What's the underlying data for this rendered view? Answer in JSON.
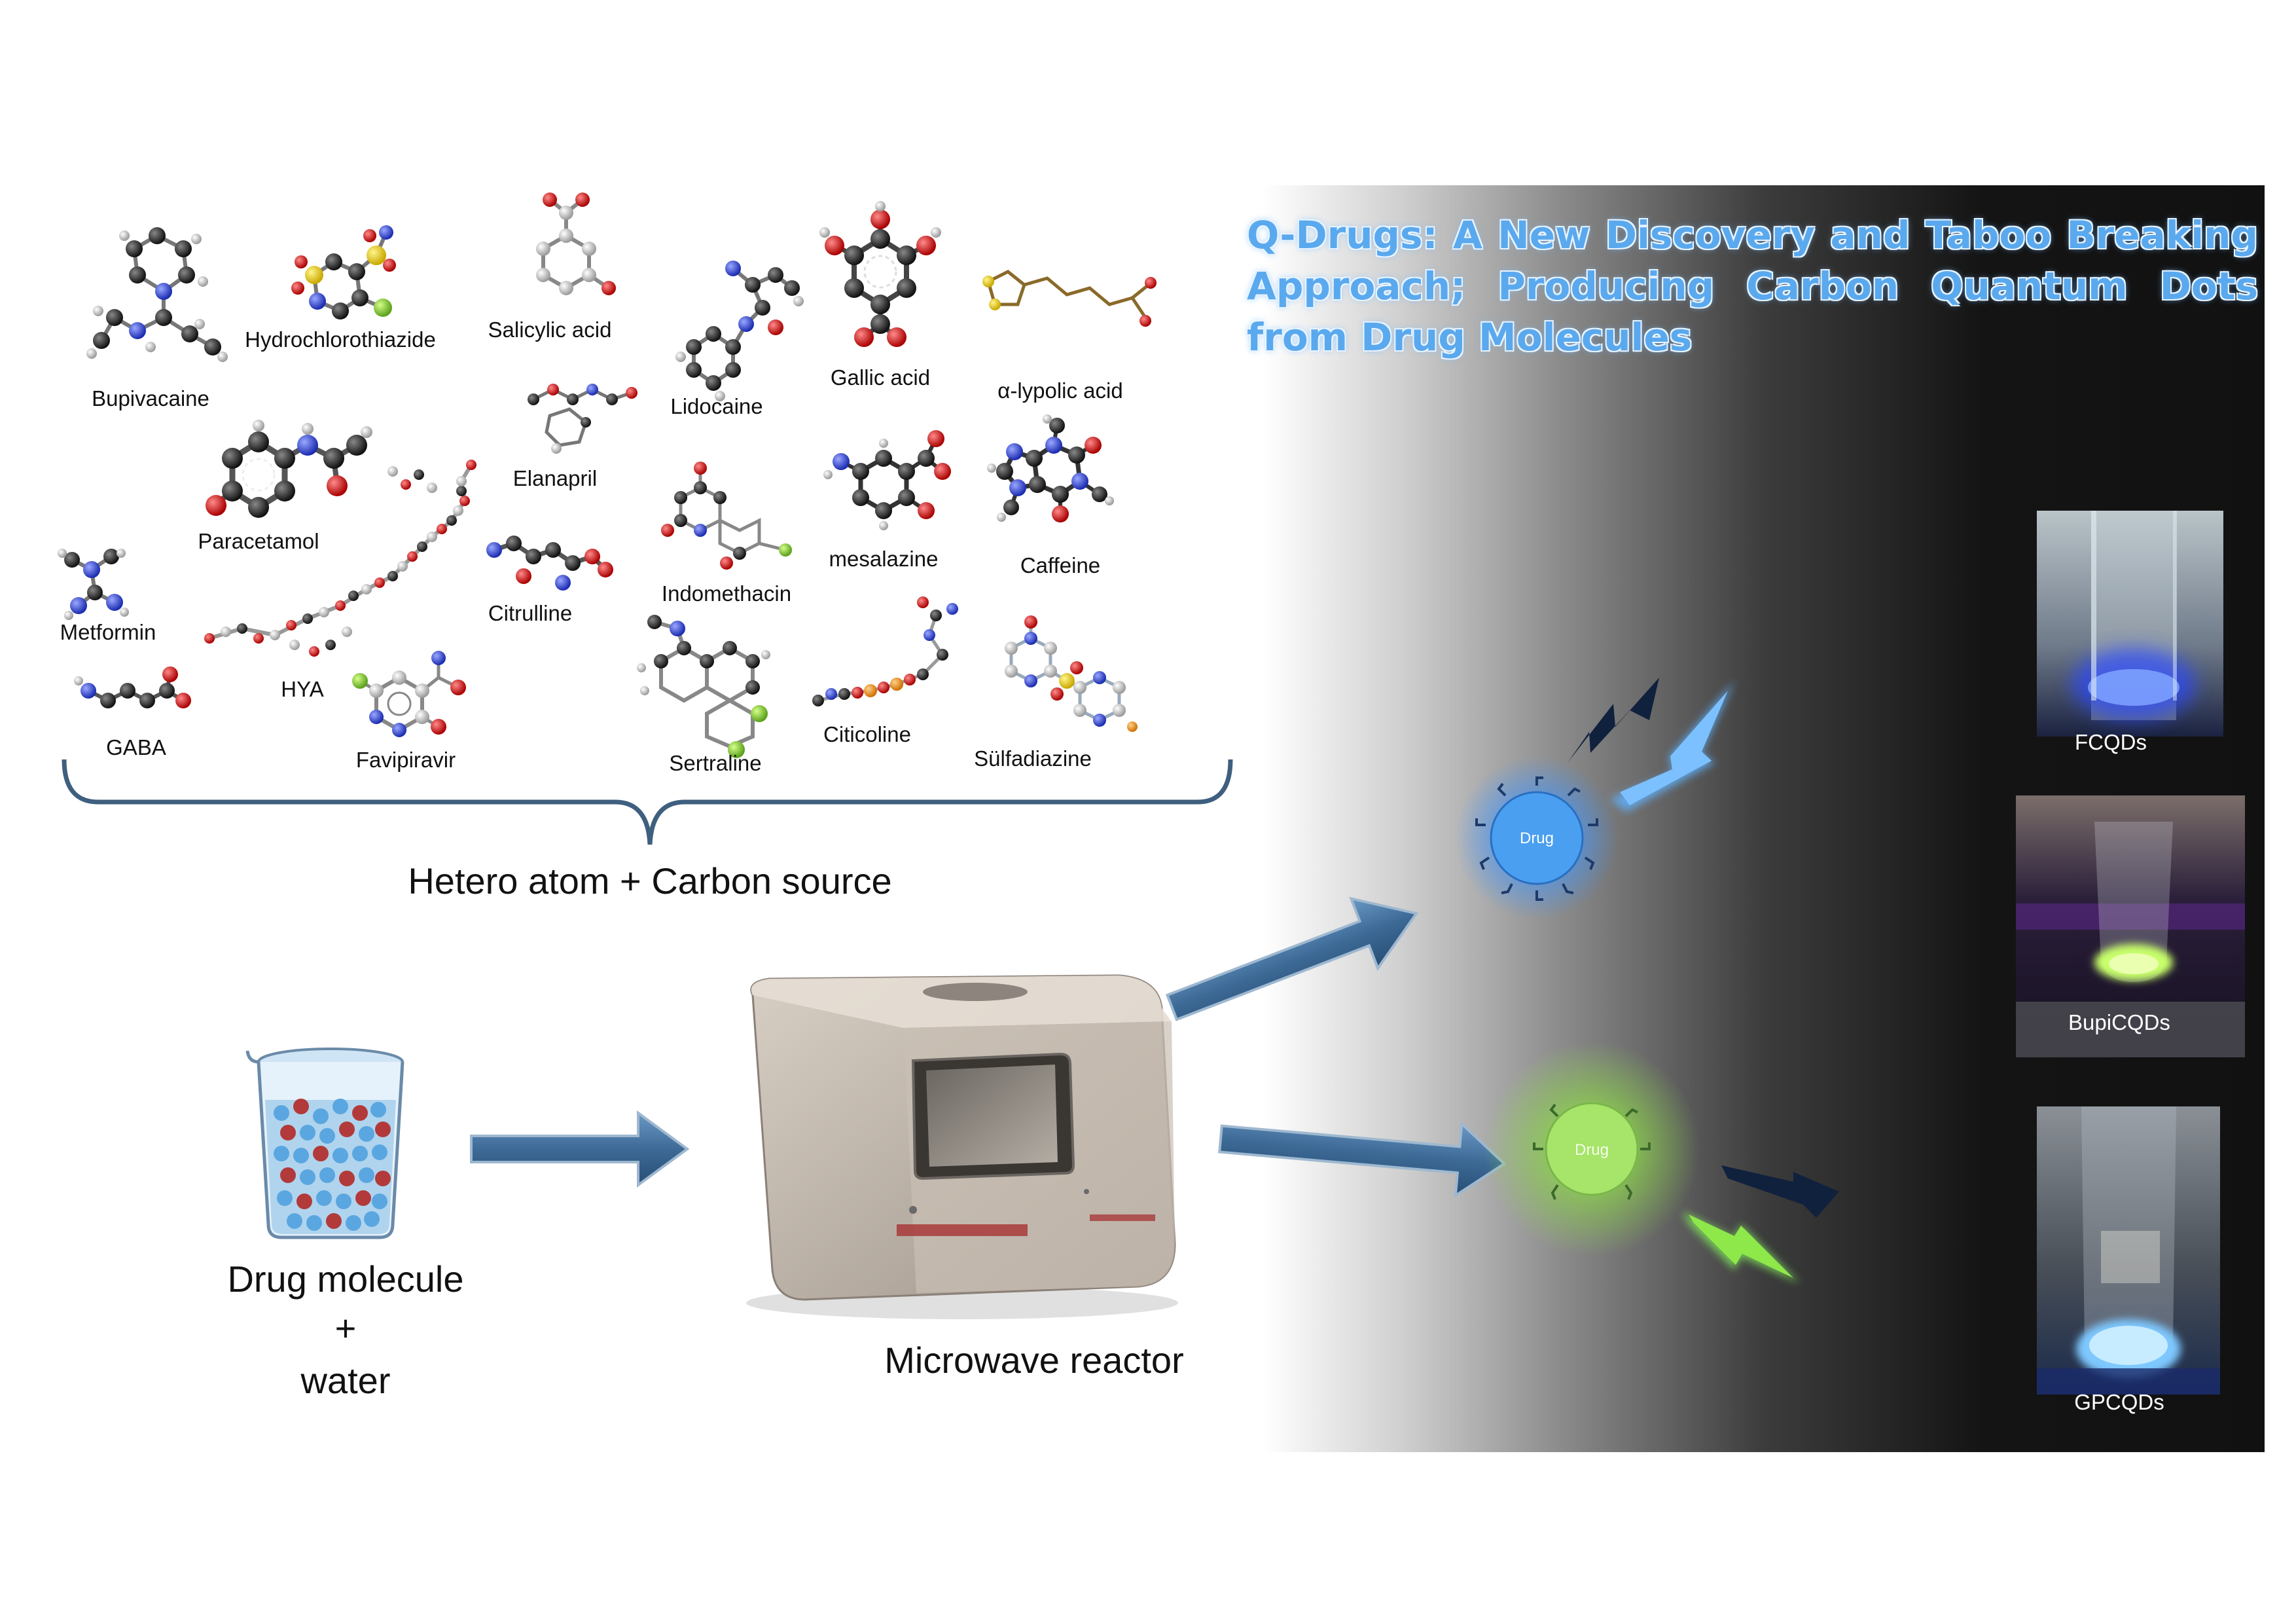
{
  "title": "Q-Drugs: A New Discovery and Taboo Breaking Approach; Producing Carbon Quantum Dots from Drug Molecules",
  "molecules": [
    {
      "name": "Bupivacaine"
    },
    {
      "name": "Hydrochlorothiazide"
    },
    {
      "name": "Salicylic acid"
    },
    {
      "name": "Lidocaine"
    },
    {
      "name": "Gallic acid"
    },
    {
      "name": "α-lypolic acid"
    },
    {
      "name": "Elanapril"
    },
    {
      "name": "Paracetamol"
    },
    {
      "name": "Indomethacin"
    },
    {
      "name": "mesalazine"
    },
    {
      "name": "Caffeine"
    },
    {
      "name": "Metformin"
    },
    {
      "name": "Citrulline"
    },
    {
      "name": "HYA"
    },
    {
      "name": "GABA"
    },
    {
      "name": "Favipiravir"
    },
    {
      "name": "Sertraline"
    },
    {
      "name": "Citicoline"
    },
    {
      "name": "Sülfadiazine"
    }
  ],
  "brace_label": "Hetero atom + Carbon source",
  "beaker": {
    "line1": "Drug molecule",
    "line2": "+",
    "line3": "water"
  },
  "reactor_label": "Microwave reactor",
  "dot_label_blue": "Drug",
  "dot_label_green": "Drug",
  "vials": [
    {
      "label": "FCQDs"
    },
    {
      "label": "BupiCQDs"
    },
    {
      "label": "GPCQDs"
    }
  ],
  "colors": {
    "title": "#5aa9ee",
    "arrow": "#3b6d9a",
    "blue_glow": "#4a9fff",
    "green_glow": "#8ee84a",
    "panel_dark": "#141414"
  }
}
